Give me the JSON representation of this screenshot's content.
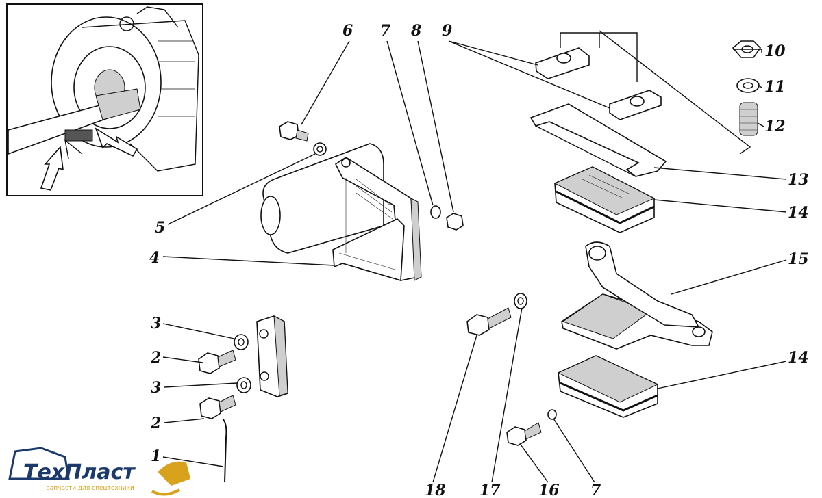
{
  "callouts": {
    "c1": "1",
    "c2a": "2",
    "c2b": "2",
    "c3a": "3",
    "c3b": "3",
    "c4": "4",
    "c5": "5",
    "c6": "6",
    "c7a": "7",
    "c7b": "7",
    "c8": "8",
    "c9": "9",
    "c10": "10",
    "c11": "11",
    "c12": "12",
    "c13": "13",
    "c14a": "14",
    "c14b": "14",
    "c15": "15",
    "c16": "16",
    "c17": "17",
    "c18": "18"
  },
  "logo": {
    "name": "ТехПласт",
    "tagline": "запчасти для спецтехники",
    "colors": {
      "primary": "#1b3a6b",
      "accent": "#d9a21c"
    }
  }
}
